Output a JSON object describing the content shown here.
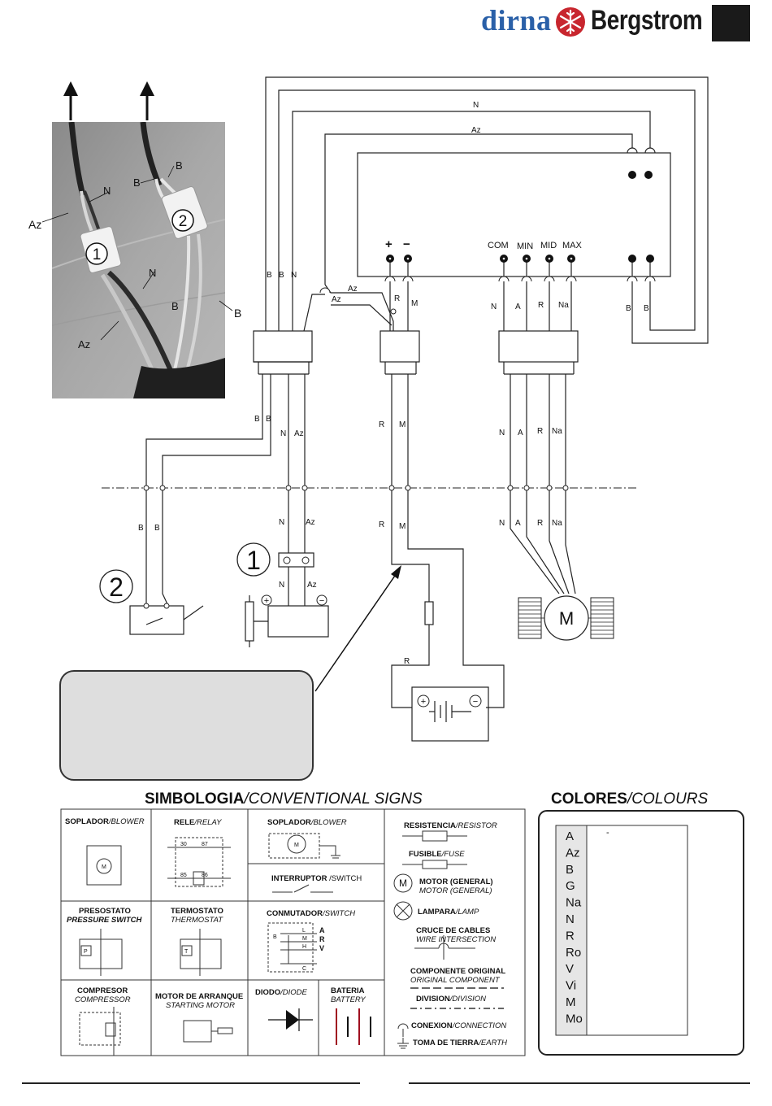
{
  "header": {
    "brand_left": "dirna",
    "brand_right": "Bergstrom",
    "accent_color": "#2a60a8",
    "logo_icon": "snowflake-icon"
  },
  "photo": {
    "wire_labels": {
      "az": "Az",
      "n_top": "N",
      "b_top_left": "B",
      "b_top_right": "B",
      "n_bottom": "N",
      "b_bottom_mid": "B",
      "b_bottom_right": "B",
      "az_bottom": "Az"
    },
    "connector_1": "1",
    "connector_2": "2"
  },
  "diagram": {
    "top_wire_n": "N",
    "top_wire_az": "Az",
    "terminals": {
      "plus": "+",
      "minus": "−",
      "com": "COM",
      "min": "MIN",
      "mid": "MID",
      "max": "MAX"
    },
    "left_bundle": {
      "b1": "B",
      "b2": "B",
      "n": "N"
    },
    "az_cross_1": "Az",
    "az_cross_2": "Az",
    "power": {
      "r": "R",
      "m": "M"
    },
    "fan_wires": {
      "n": "N",
      "a": "A",
      "r": "R",
      "na": "Na"
    },
    "right_pair": {
      "b1": "B",
      "b2": "B"
    },
    "lower_wires": {
      "b1": "B",
      "b2": "B",
      "n": "N",
      "az": "Az",
      "r": "R",
      "m": "M",
      "fn": "N",
      "fa": "A",
      "fr": "R",
      "fna": "Na"
    },
    "below_div": {
      "b1": "B",
      "b2": "B",
      "n": "N",
      "az": "Az",
      "r": "R",
      "m": "M",
      "fn": "N",
      "fa": "A",
      "fr": "R",
      "fna": "Na"
    },
    "connector_1_label": "1",
    "connector_2_label": "2",
    "comp_n": "N",
    "comp_az": "Az",
    "battery_r": "R",
    "motor_symbol": "M"
  },
  "symbology": {
    "title_bold": "SIMBOLOGIA",
    "title_italic": "/CONVENTIONAL SIGNS",
    "blower1": {
      "es": "SOPLADOR",
      "en": "/BLOWER",
      "m": "M"
    },
    "relay": {
      "es": "RELE",
      "en": "/RELAY",
      "p30": "30",
      "p87": "87",
      "p85": "85",
      "p86": "86"
    },
    "blower2": {
      "es": "SOPLADOR",
      "en": "/BLOWER",
      "m": "M"
    },
    "interruptor": {
      "es": "INTERRUPTOR",
      "en": " /SWITCH"
    },
    "presostato": {
      "es": "PRESOSTATO",
      "en": "PRESSURE SWITCH",
      "p": "P"
    },
    "termostato": {
      "es": "TERMOSTATO",
      "en": "THERMOSTAT",
      "t": "T"
    },
    "conmutador": {
      "es": "CONMUTADOR",
      "en": "/SWITCH",
      "b": "B",
      "l": "L",
      "m": "M",
      "h": "H",
      "c": "C",
      "a": "A",
      "r": "R",
      "v": "V"
    },
    "compresor": {
      "es": "COMPRESOR",
      "en": "COMPRESSOR"
    },
    "motor_arranque": {
      "es": "MOTOR DE ARRANQUE",
      "en": "STARTING MOTOR"
    },
    "diodo": {
      "es": "DIODO",
      "en": "/DIODE"
    },
    "bateria": {
      "es": "BATERIA",
      "en": "BATTERY"
    },
    "resistencia": {
      "es": "RESISTENCIA",
      "en": "/RESISTOR"
    },
    "fusible": {
      "es": "FUSIBLE",
      "en": "/FUSE"
    },
    "motor_general": {
      "es": "MOTOR (GENERAL)",
      "en": "MOTOR (GENERAL)",
      "m": "M"
    },
    "lampara": {
      "es": "LAMPARA",
      "en": "/LAMP"
    },
    "cruce": {
      "es": "CRUCE DE CABLES",
      "en": "WIRE INTERSECTION"
    },
    "componente": {
      "es": "COMPONENTE ORIGINAL",
      "en": "ORIGINAL COMPONENT"
    },
    "division": {
      "es": "DIVISION",
      "en": "/DIVISION"
    },
    "conexion": {
      "es": "CONEXION",
      "en": "/CONNECTION"
    },
    "tierra": {
      "es": "TOMA DE TIERRA",
      "en": "/EARTH"
    }
  },
  "colours": {
    "title_bold": "COLORES",
    "title_italic": "/COLOURS",
    "codes": [
      "A",
      "Az",
      "B",
      "G",
      "Na",
      "N",
      "R",
      "Ro",
      "V",
      "Vi",
      "M",
      "Mo"
    ],
    "first_name": "-"
  }
}
